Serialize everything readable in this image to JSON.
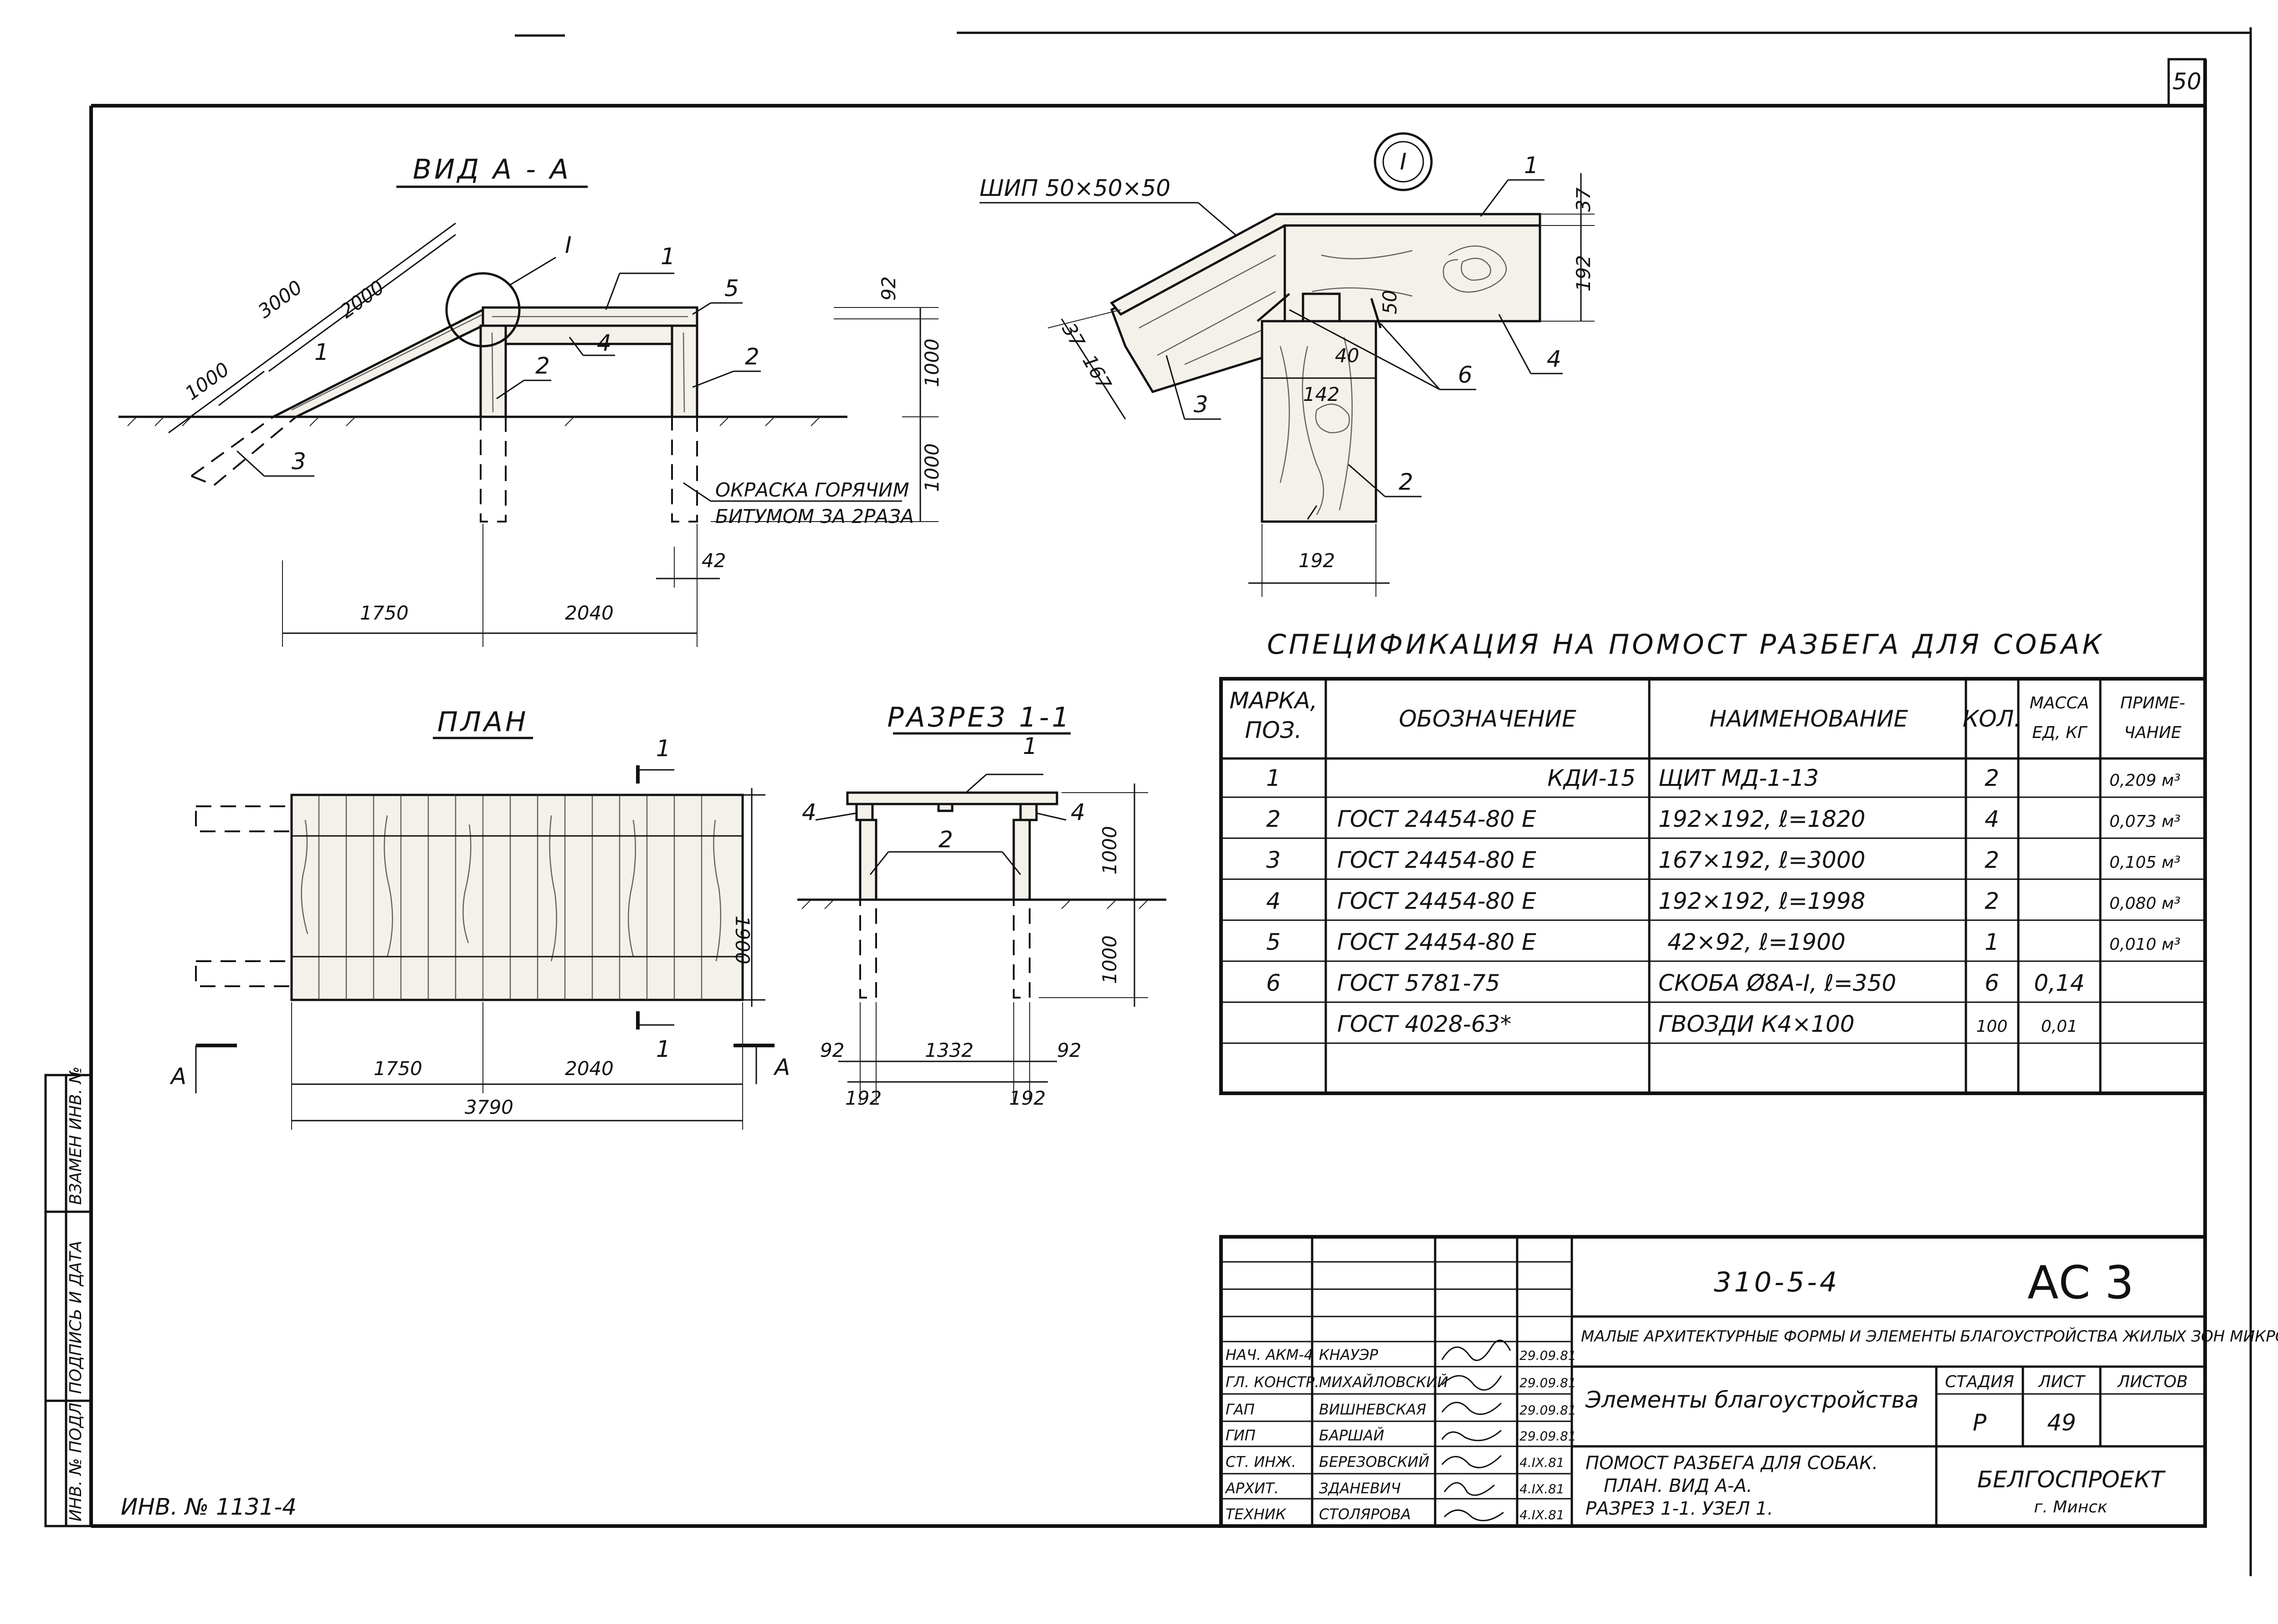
{
  "page_number": "50",
  "inventory_number": "ИНВ. № 1131-4",
  "side_stamp": {
    "col1": "ИНВ. № ПОДЛ.",
    "col2": "ПОДПИСЬ И ДАТА",
    "col3": "ВЗАМЕН ИНВ. №"
  },
  "view_aa": {
    "title": "ВИД А - А",
    "node_mark": "I",
    "dims": {
      "slope_3000": "3000",
      "slope_2000": "2000",
      "slope_1000": "1000",
      "h_92": "92",
      "h_1000_top": "1000",
      "h_1000_bot": "1000",
      "w_42": "42",
      "w_1750": "1750",
      "w_2040": "2040"
    },
    "positions": {
      "p1a": "1",
      "p1b": "1",
      "p2a": "2",
      "p2b": "2",
      "p3": "3",
      "p4": "4",
      "p5": "5"
    },
    "note_line1": "ОКРАСКА ГОРЯЧИМ",
    "note_line2": "БИТУМОМ ЗА 2РАЗА"
  },
  "node_1": {
    "mark": "I",
    "spike_label": "ШИП 50×50×50",
    "dims": {
      "d37a": "37",
      "d192a": "192",
      "d37b": "37",
      "d167": "167",
      "d50": "50",
      "d40": "40",
      "d142": "142",
      "d192b": "192"
    },
    "positions": {
      "p1": "1",
      "p2": "2",
      "p3": "3",
      "p4": "4",
      "p6": "6"
    }
  },
  "plan": {
    "title": "ПЛАН",
    "cut_mark_top": "1",
    "cut_mark_bottom": "1",
    "arrow_left": "А",
    "arrow_right": "А",
    "dims": {
      "w1750": "1750",
      "w2040": "2040",
      "w3790": "3790",
      "h1900": "1900"
    }
  },
  "section": {
    "title": "РАЗРЕЗ 1-1",
    "positions": {
      "p1": "1",
      "p2": "2",
      "p4a": "4",
      "p4b": "4"
    },
    "dims": {
      "h1000a": "1000",
      "h1000b": "1000",
      "d92a": "92",
      "d1332": "1332",
      "d92b": "92",
      "d192a": "192",
      "d192b": "192"
    }
  },
  "spec": {
    "title": "СПЕЦИФИКАЦИЯ НА ПОМОСТ РАЗБЕГА ДЛЯ СОБАК",
    "headers": {
      "mark_line1": "МАРКА,",
      "mark_line2": "ПОЗ.",
      "designation": "ОБОЗНАЧЕНИЕ",
      "name": "НАИМЕНОВАНИЕ",
      "qty": "КОЛ.",
      "mass_line1": "МАССА",
      "mass_line2": "ЕД, КГ",
      "note_line1": "ПРИМЕ-",
      "note_line2": "ЧАНИЕ"
    },
    "rows": [
      {
        "mark": "1",
        "designation": "КДИ-15",
        "name": "ЩИТ МД-1-13",
        "qty": "2",
        "mass": "",
        "note": "0,209 м³"
      },
      {
        "mark": "2",
        "designation": "ГОСТ 24454-80 Е",
        "name": "192×192, ℓ=1820",
        "qty": "4",
        "mass": "",
        "note": "0,073 м³"
      },
      {
        "mark": "3",
        "designation": "ГОСТ 24454-80 Е",
        "name": "167×192, ℓ=3000",
        "qty": "2",
        "mass": "",
        "note": "0,105 м³"
      },
      {
        "mark": "4",
        "designation": "ГОСТ 24454-80 Е",
        "name": "192×192, ℓ=1998",
        "qty": "2",
        "mass": "",
        "note": "0,080 м³"
      },
      {
        "mark": "5",
        "designation": "ГОСТ 24454-80 Е",
        "name": "42×92, ℓ=1900",
        "qty": "1",
        "mass": "",
        "note": "0,010 м³"
      },
      {
        "mark": "6",
        "designation": "ГОСТ 5781-75",
        "name": "СКОБА Ø8А-I, ℓ=350",
        "qty": "6",
        "mass": "0,14",
        "note": ""
      },
      {
        "mark": "",
        "designation": "ГОСТ 4028-63*",
        "name": "ГВОЗДИ К4×100",
        "qty": "100",
        "mass": "0,01",
        "note": ""
      },
      {
        "mark": "",
        "designation": "",
        "name": "",
        "qty": "",
        "mass": "",
        "note": ""
      }
    ]
  },
  "title_block": {
    "doc_code": "310-5-4",
    "sheet_code": "АС 3",
    "project": "МАЛЫЕ АРХИТЕКТУРНЫЕ ФОРМЫ И ЭЛЕМЕНТЫ БЛАГОУСТРОЙСТВА ЖИЛЫХ ЗОН МИКРОРАЙОНОВ.",
    "section_name": "Элементы благоустройства",
    "stage_label": "СТАДИЯ",
    "sheet_label": "ЛИСТ",
    "sheets_label": "ЛИСТОВ",
    "stage": "Р",
    "sheet": "49",
    "sheets": "",
    "drawing_title_line1": "ПОМОСТ РАЗБЕГА ДЛЯ СОБАК.",
    "drawing_title_line2": "ПЛАН. ВИД А-А.",
    "drawing_title_line3": "РАЗРЕЗ 1-1. УЗЕЛ 1.",
    "org_name": "БЕЛГОСПРОЕКТ",
    "org_city": "г. Минск",
    "signers": [
      {
        "role": "НАЧ. АКМ-4",
        "name": "КНАУЭР",
        "date": "29.09.81"
      },
      {
        "role": "ГЛ. КОНСТР.",
        "name": "МИХАЙЛОВСКИЙ",
        "date": "29.09.81"
      },
      {
        "role": "ГАП",
        "name": "ВИШНЕВСКАЯ",
        "date": "29.09.81"
      },
      {
        "role": "ГИП",
        "name": "БАРШАЙ",
        "date": "29.09.81"
      },
      {
        "role": "СТ. ИНЖ.",
        "name": "БЕРЕЗОВСКИЙ",
        "date": "4.IX.81"
      },
      {
        "role": "АРХИТ.",
        "name": "ЗДАНЕВИЧ",
        "date": "4.IX.81"
      },
      {
        "role": "ТЕХНИК",
        "name": "СТОЛЯРОВА",
        "date": "4.IX.81"
      }
    ]
  }
}
